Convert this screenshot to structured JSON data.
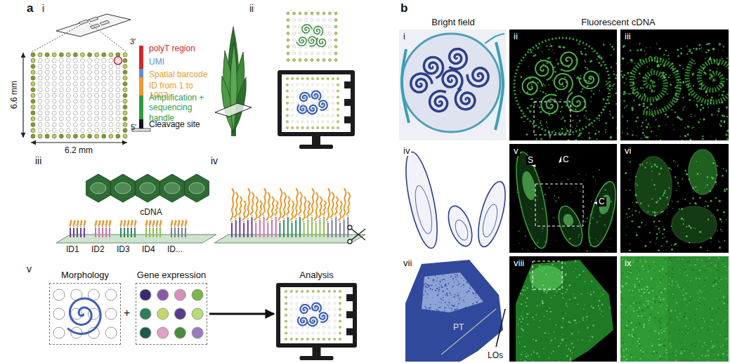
{
  "diagram": {
    "nodes": [
      {
        "text": [
          "Morphology"
        ]
      },
      {
        "text": [
          "Gene expression"
        ]
      },
      {
        "text": [
          "Analysis"
        ]
      }
    ],
    "edges": [
      {
        "from": 1,
        "to": 2,
        "arrow": "to"
      }
    ],
    "labels": [
      "a",
      "i",
      "6.6 mm",
      "6.2 mm",
      "3′",
      "5′",
      "ii",
      "iii",
      "cDNA",
      "ID1",
      "ID2",
      "ID3",
      "ID4",
      "ID...",
      "iv",
      "v",
      "+",
      "b",
      "Bright field",
      "Fluorescent cDNA",
      "i",
      "ii",
      "iii",
      "iv",
      "v",
      "S",
      "C",
      "C",
      "vi",
      "vii",
      "PT",
      "LOs",
      "viii",
      "ix"
    ],
    "legend": [
      {
        "text": "polyT region",
        "color": "#d7262b"
      },
      {
        "text": "UMI",
        "color": "#5b8fd6"
      },
      {
        "text": "Spatial barcode",
        "color": "#ee9a2e"
      },
      {
        "text": "ID from 1 to 1007",
        "color": "#ee9a2e"
      },
      {
        "text": "Amplification + sequencing handle",
        "color": "#2f9e3f"
      },
      {
        "text": "Cleavage site",
        "color": "#111111"
      }
    ]
  }
}
